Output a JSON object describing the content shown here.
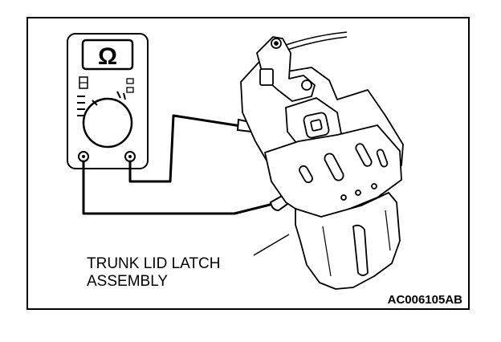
{
  "figure": {
    "meter": {
      "display_symbol": "Ω"
    },
    "labels": {
      "component": [
        "TRUNK LID LATCH",
        "ASSEMBLY"
      ],
      "figure_code": "AC006105AB"
    }
  }
}
